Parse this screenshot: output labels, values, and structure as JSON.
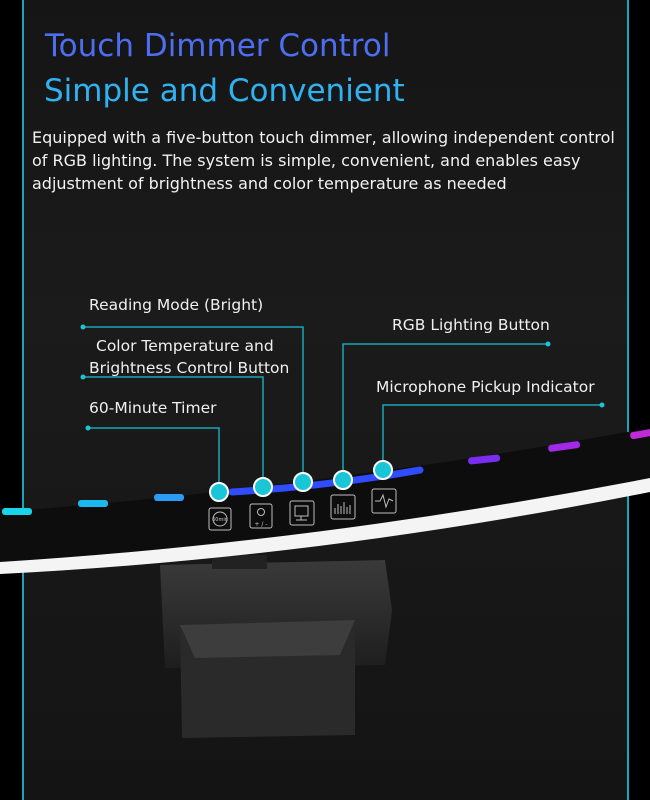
{
  "title_line1": "Touch Dimmer Control",
  "title_line2": "Simple and Convenient",
  "description": "Equipped with a five-button touch dimmer, allowing independent control of RGB lighting. The system is simple, convenient, and enables easy adjustment of brightness and color temperature as needed",
  "callouts": {
    "reading_mode": "Reading Mode (Bright)",
    "color_temp_line1": "Color Temperature and",
    "color_temp_line2": "Brightness Control Button",
    "timer": "60-Minute Timer",
    "rgb": "RGB Lighting Button",
    "microphone": "Microphone Pickup Indicator"
  },
  "buttons": {
    "timer_icon_text": "60min",
    "brightness_icon_text": "+ / -"
  },
  "colors": {
    "accent_border": "#1aa6b8",
    "title1": "#4d6ef0",
    "title2": "#2fb2f2",
    "callout_line": "#1aa6b8",
    "dot": "#18c6d8"
  }
}
